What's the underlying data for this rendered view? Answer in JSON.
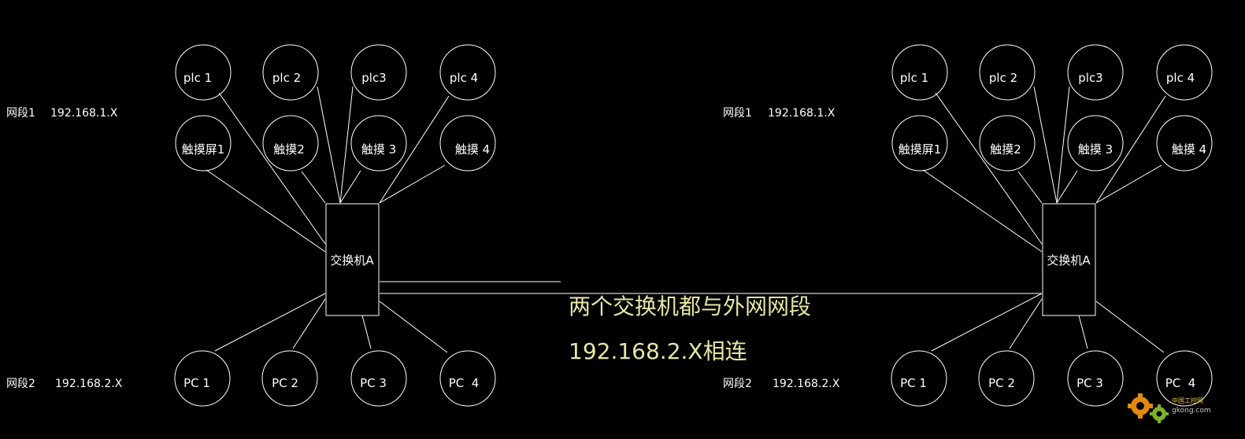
{
  "colors": {
    "background": "#000000",
    "line": "#ffffff",
    "note": "#e6e6a6",
    "watermark": "#f0a020"
  },
  "left": {
    "segment1": {
      "name": "网段1",
      "address": "192.168.1.X"
    },
    "segment2": {
      "name": "网段2",
      "address": "192.168.2.X"
    },
    "switch": "交换机A",
    "plc": [
      "plc 1",
      "plc 2",
      "plc3",
      "plc 4"
    ],
    "touch": [
      "触摸屏1",
      "触摸2",
      "触摸 3",
      "触摸 4"
    ],
    "pc": [
      "PC 1",
      "PC 2",
      "PC 3",
      "PC  4"
    ]
  },
  "right": {
    "segment1": {
      "name": "网段1",
      "address": "192.168.1.X"
    },
    "segment2": {
      "name": "网段2",
      "address": "192.168.2.X"
    },
    "switch": "交换机A",
    "plc": [
      "plc 1",
      "plc 2",
      "plc3",
      "plc 4"
    ],
    "touch": [
      "触摸屏1",
      "触摸2",
      "触摸 3",
      "触摸 4"
    ],
    "pc": [
      "PC 1",
      "PC 2",
      "PC 3",
      "PC  4"
    ]
  },
  "note": {
    "line1": "两个交换机都与外网网段",
    "line2": "192.168.2.X相连"
  },
  "watermark": {
    "text": "中国工控网",
    "site": "gkong.com"
  }
}
